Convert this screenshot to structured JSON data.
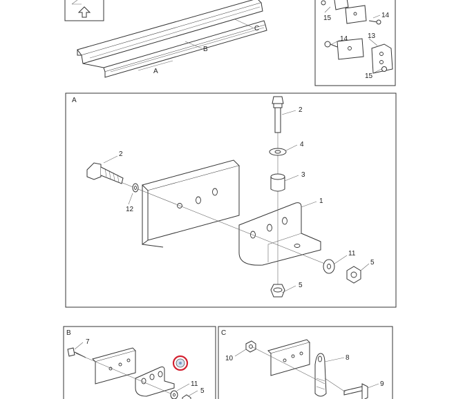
{
  "top_rail": {
    "labels": {
      "a": "A",
      "b": "B",
      "c": "C"
    }
  },
  "top_right": {
    "labels": {
      "p15a": "15",
      "p14a": "14",
      "p14b": "14",
      "p13": "13",
      "p15b": "15"
    }
  },
  "panel_a": {
    "panel_label": "A",
    "labels": {
      "p2a": "2",
      "p4": "4",
      "p3": "3",
      "p2b": "2",
      "p12": "12",
      "p1": "1",
      "p11": "11",
      "p5a": "5",
      "p5b": "5"
    }
  },
  "panel_b": {
    "panel_label": "B",
    "labels": {
      "p7": "7",
      "p11": "11",
      "p5": "5"
    },
    "highlight_color": "#d32030"
  },
  "panel_c": {
    "panel_label": "C",
    "labels": {
      "p10": "10",
      "p8": "8",
      "p9": "9"
    }
  }
}
